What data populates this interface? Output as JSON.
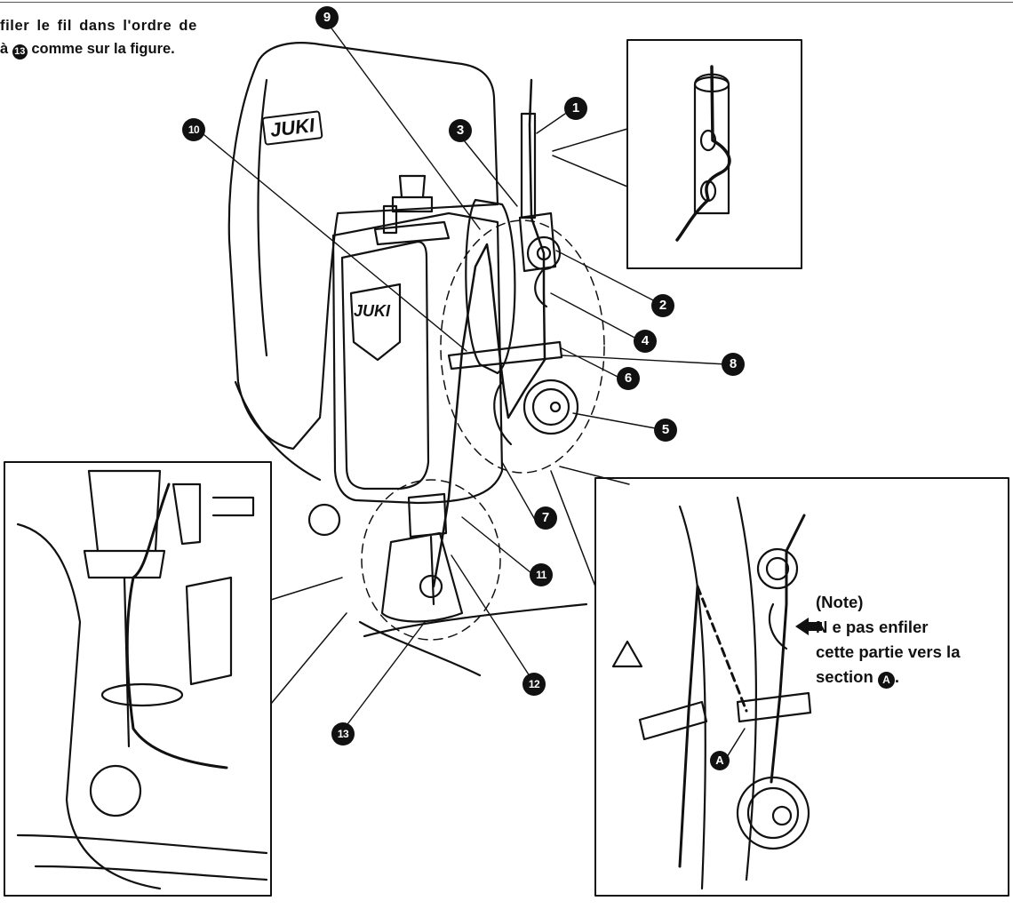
{
  "instruction": {
    "line1": "filer le fil dans l'ordre de",
    "line2_prefix": "à",
    "line2_badge": "13",
    "line2_suffix": "comme sur la figure."
  },
  "callouts": [
    "1",
    "2",
    "3",
    "4",
    "5",
    "6",
    "7",
    "8",
    "9",
    "10",
    "11",
    "12",
    "13"
  ],
  "marker_a": "A",
  "brand": {
    "cover": "JUKI",
    "plate": "JUKI"
  },
  "note": {
    "title": "(Note)",
    "line1": "N e pas enfiler",
    "line2": "cette partie vers la",
    "line3_prefix": "section",
    "line3_badge": "A",
    "line3_suffix": "."
  },
  "colors": {
    "ink": "#111111",
    "paper": "#ffffff"
  },
  "icons": [
    "warning-triangle-icon",
    "arrow-left-icon"
  ]
}
